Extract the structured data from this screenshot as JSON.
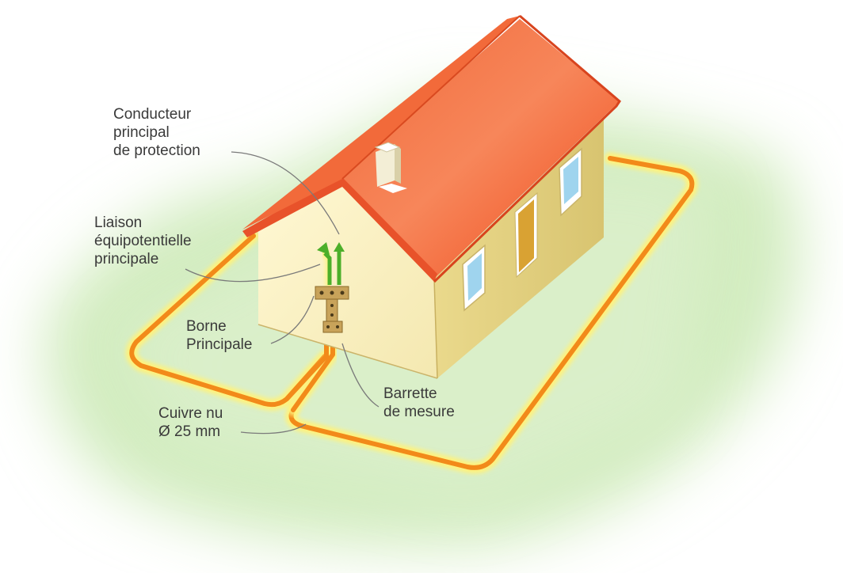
{
  "labels": {
    "conducteur": [
      "Conducteur",
      "principal",
      "de protection"
    ],
    "liaison": [
      "Liaison",
      "équipotentielle",
      "principale"
    ],
    "borne": [
      "Borne",
      "Principale"
    ],
    "barrette": [
      "Barrette",
      "de mesure"
    ],
    "cuivre": [
      "Cuivre nu",
      "Ø 25 mm"
    ]
  },
  "colors": {
    "lawn": "#d7efc6",
    "roof": "#f25a2a",
    "wall_gable": "#fbf2c4",
    "wall_side": "#e6d481",
    "loop": "#f28a1a",
    "loop_glow": "#fff27a",
    "conductor": "#4caf2a",
    "terminal": "#c8a35a",
    "leader": "#7a7a7a"
  }
}
